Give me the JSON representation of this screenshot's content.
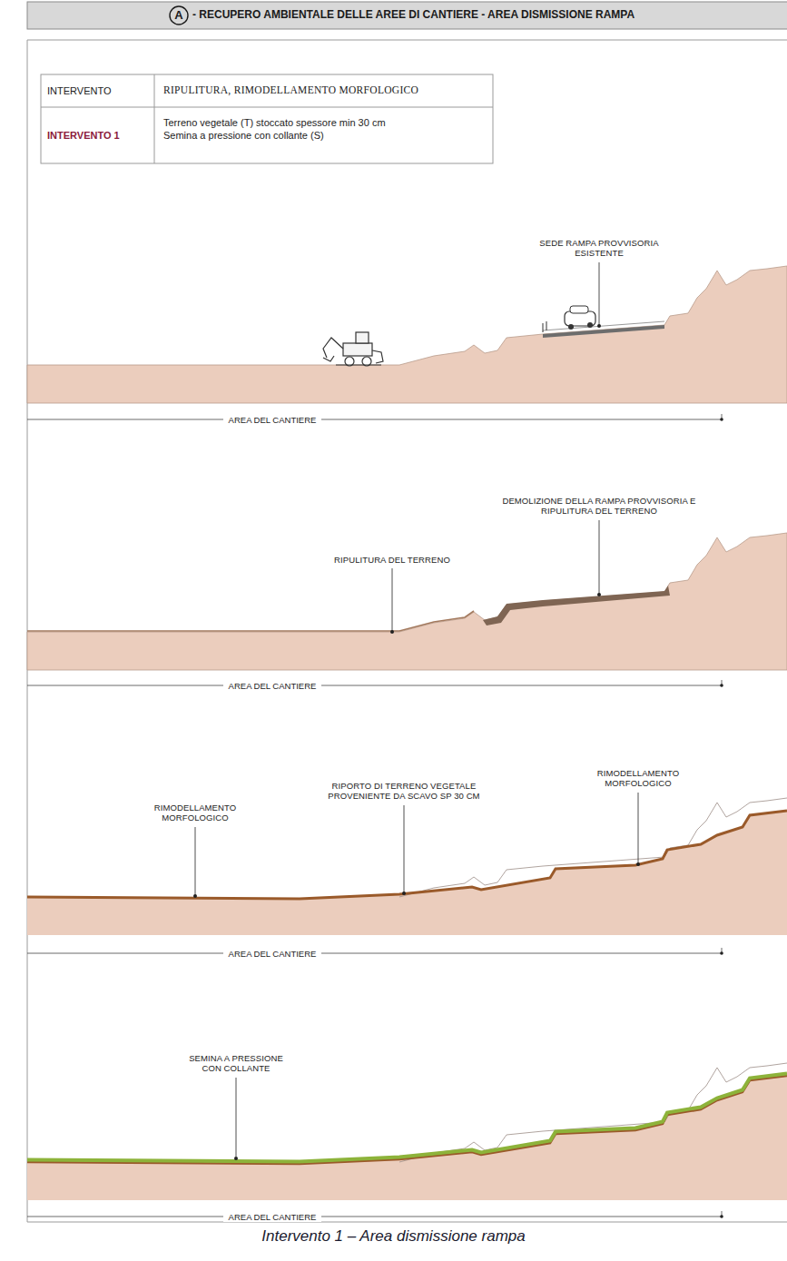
{
  "diagram": {
    "title": "- RECUPERO AMBIENTALE DELLE AREE DI CANTIERE - AREA DISMISSIONE RAMPA",
    "caption": "Intervento 1 – Area dismissione rampa",
    "labels": [
      "A",
      "INTERVENTO",
      "RIPULITURA, RIMODELLAMENTO MORFOLOGICO",
      "INTERVENTO 1",
      "Terreno vegetale (T) stoccato spessore min 30 cm Semina a pressione con collante (S)",
      "SEDE RAMPA PROVVISORIA ESISTENTE",
      "AREA DEL CANTIERE",
      "RIPULITURA DEL TERRENO",
      "DEMOLIZIONE DELLA RAMPA PROVVISORIA E RIPULITURA DEL TERRENO",
      "AREA DEL CANTIERE",
      "RIMODELLAMENTO MORFOLOGICO",
      "RIPORTO DI TERRENO VEGETALE PROVENIENTE DA SCAVO SP 30 CM",
      "RIMODELLAMENTO MORFOLOGICO",
      "AREA DEL CANTIERE",
      "SEMINA A PRESSIONE CON COLLANTE",
      "AREA DEL CANTIERE"
    ]
  }
}
